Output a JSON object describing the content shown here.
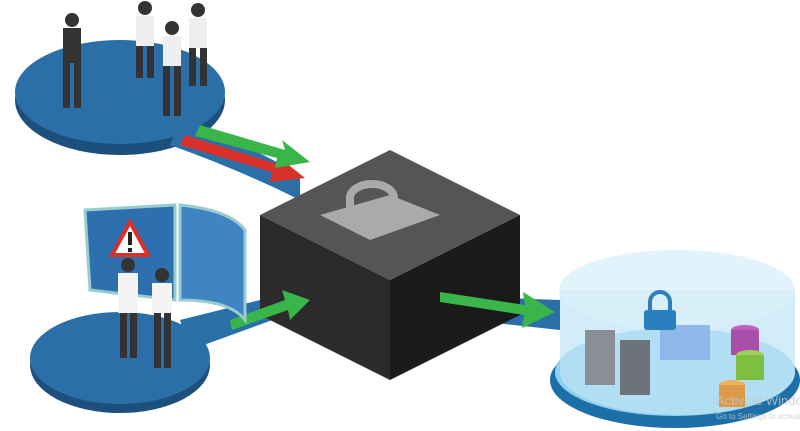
{
  "colors": {
    "platform_blue": "#2a6fa8",
    "platform_edge": "#1d4f7c",
    "lock_box": "#2b2b2b",
    "arrow_green": "#39b54a",
    "arrow_red": "#d9302a",
    "database_glass": "#bfe4f5"
  },
  "icons": [
    "user-group",
    "warning-sign",
    "lock",
    "database-cylinders",
    "server-racks",
    "arrow-right"
  ],
  "watermark": {
    "title": "Activate Windows",
    "subtitle": "Go to Settings to activate"
  }
}
